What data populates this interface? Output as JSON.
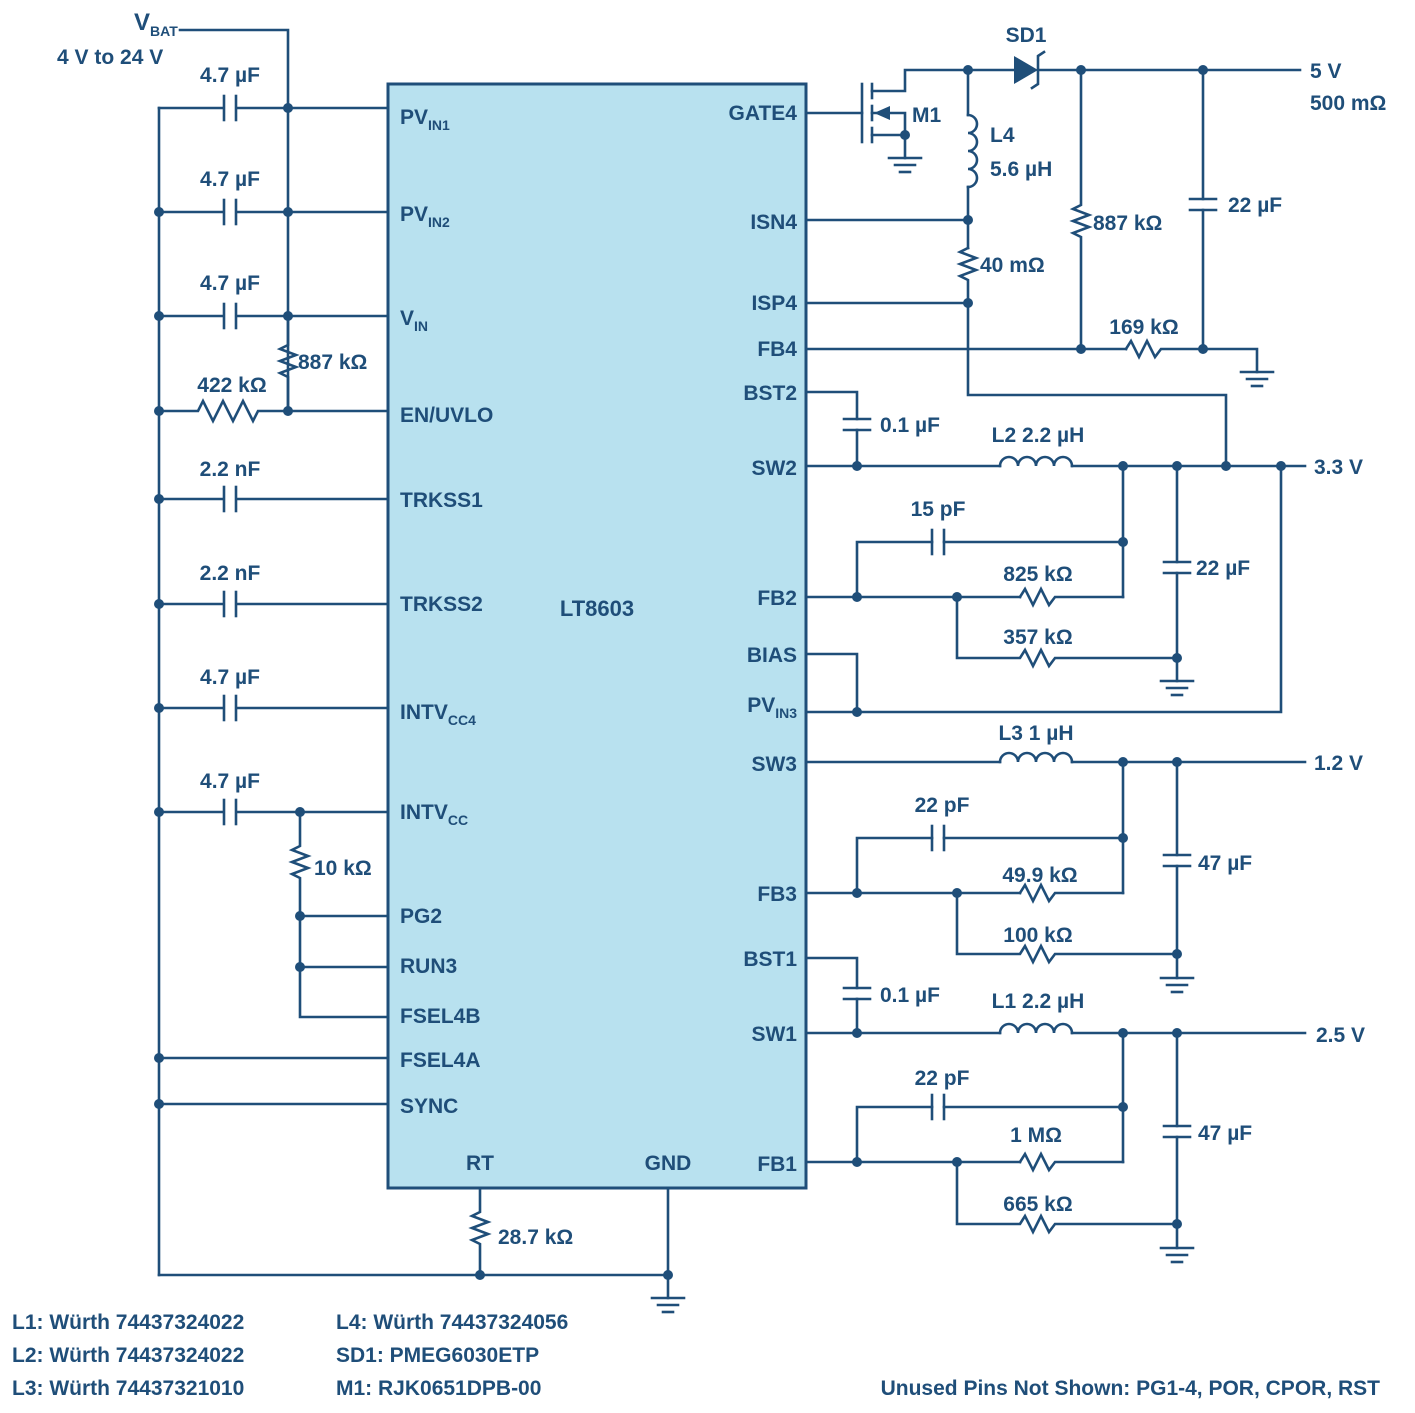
{
  "supply": {
    "name": "V",
    "sub": "BAT",
    "range": "4 V to 24 V"
  },
  "ic": {
    "name": "LT8603"
  },
  "left_pins": [
    {
      "main": "PV",
      "sub": "IN1"
    },
    {
      "main": "PV",
      "sub": "IN2"
    },
    {
      "main": "V",
      "sub": "IN"
    },
    {
      "main": "EN/UVLO",
      "sub": ""
    },
    {
      "main": "TRKSS1",
      "sub": ""
    },
    {
      "main": "TRKSS2",
      "sub": ""
    },
    {
      "main": "INTV",
      "sub": "CC4"
    },
    {
      "main": "INTV",
      "sub": "CC"
    },
    {
      "main": "PG2",
      "sub": ""
    },
    {
      "main": "RUN3",
      "sub": ""
    },
    {
      "main": "FSEL4B",
      "sub": ""
    },
    {
      "main": "FSEL4A",
      "sub": ""
    },
    {
      "main": "SYNC",
      "sub": ""
    }
  ],
  "bottom_pins": {
    "rt": "RT",
    "gnd": "GND"
  },
  "right_pins": [
    {
      "main": "GATE4",
      "sub": ""
    },
    {
      "main": "ISN4",
      "sub": ""
    },
    {
      "main": "ISP4",
      "sub": ""
    },
    {
      "main": "FB4",
      "sub": ""
    },
    {
      "main": "BST2",
      "sub": ""
    },
    {
      "main": "SW2",
      "sub": ""
    },
    {
      "main": "FB2",
      "sub": ""
    },
    {
      "main": "BIAS",
      "sub": ""
    },
    {
      "main": "PV",
      "sub": "IN3"
    },
    {
      "main": "SW3",
      "sub": ""
    },
    {
      "main": "FB3",
      "sub": ""
    },
    {
      "main": "BST1",
      "sub": ""
    },
    {
      "main": "SW1",
      "sub": ""
    },
    {
      "main": "FB1",
      "sub": ""
    }
  ],
  "components": {
    "c_pvin1": "4.7 µF",
    "c_pvin2": "4.7 µF",
    "c_vin": "4.7 µF",
    "r_en_top": "887 kΩ",
    "r_en_bot": "422 kΩ",
    "c_trkss1": "2.2 nF",
    "c_trkss2": "2.2 nF",
    "c_intvcc4": "4.7 µF",
    "c_intvcc": "4.7 µF",
    "r_pullup": "10 kΩ",
    "r_rt": "28.7 kΩ",
    "sd1": "SD1",
    "m1": "M1",
    "l4": "L4",
    "l4_val": "5.6 µH",
    "r_sense": "40 mΩ",
    "r_fb4_top": "887 kΩ",
    "r_fb4_bot": "169 kΩ",
    "c_out4": "22 µF",
    "c_bst2": "0.1 µF",
    "l2": "L2 2.2 µH",
    "c_ff2": "15 pF",
    "r_fb2_top": "825 kΩ",
    "r_fb2_bot": "357 kΩ",
    "c_out2": "22 µF",
    "l3": "L3 1 µH",
    "c_ff3": "22 pF",
    "r_fb3_top": "49.9 kΩ",
    "r_fb3_bot": "100 kΩ",
    "c_out3": "47 µF",
    "c_bst1": "0.1 µF",
    "l1": "L1 2.2 µH",
    "c_ff1": "22 pF",
    "r_fb1_top": "1 MΩ",
    "r_fb1_bot": "665 kΩ",
    "c_out1": "47 µF"
  },
  "outputs": {
    "out4_v": "5 V",
    "out4_r": "500 mΩ",
    "out2": "3.3 V",
    "out3": "1.2 V",
    "out1": "2.5 V"
  },
  "bom": {
    "col1": [
      "L1: Würth 74437324022",
      "L2: Würth 74437324022",
      "L3: Würth 74437321010"
    ],
    "col2": [
      "L4: Würth 74437324056",
      "SD1: PMEG6030ETP",
      "M1: RJK0651DPB-00"
    ]
  },
  "note": "Unused Pins Not Shown: PG1-4, POR, CPOR, RST"
}
